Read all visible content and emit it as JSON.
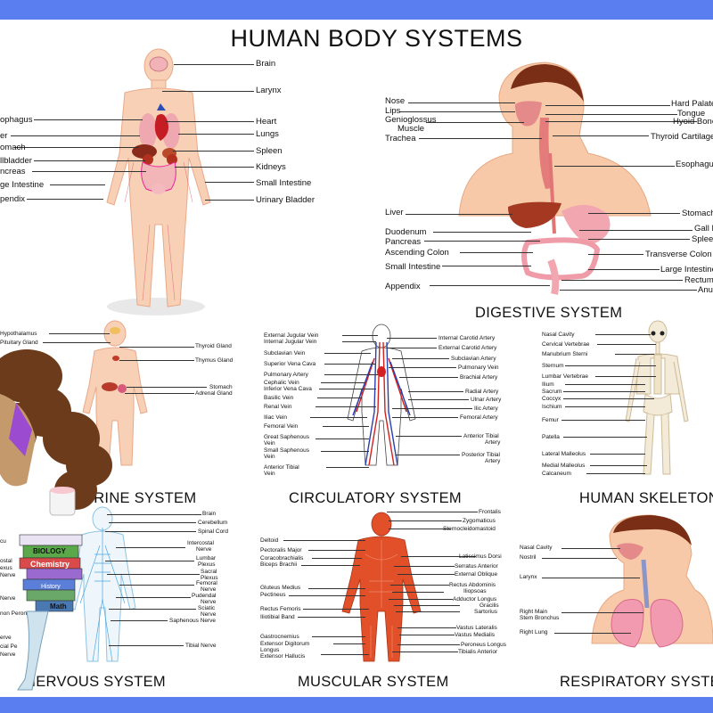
{
  "title": "HUMAN BODY SYSTEMS",
  "sections": {
    "organs": {
      "labels": [
        "Brain",
        "Larynx",
        "Heart",
        "Lungs",
        "Spleen",
        "Kidneys",
        "Small Intestine",
        "Urinary Bladder",
        "ophagus",
        "er",
        "omach",
        "llbladder",
        "ncreas",
        "ge Intestine",
        "pendix"
      ]
    },
    "digestive": {
      "title": "DIGESTIVE SYSTEM",
      "left_labels": [
        "Nose",
        "Lips",
        "Genioglossus",
        "Muscle",
        "Trachea",
        "Liver",
        "Duodenum",
        "Pancreas",
        "Ascending Colon",
        "Small Intestine",
        "Appendix"
      ],
      "right_labels": [
        "Hard Palate",
        "Tongue",
        "Hyoid Bone",
        "Thyroid Cartilage",
        "Esophagus",
        "Stomach",
        "Gall Bladder",
        "Spleen",
        "Transverse Colon",
        "Large Intestine",
        "Rectum",
        "Anus"
      ]
    },
    "endocrine": {
      "title": "CRINE SYSTEM",
      "labels": [
        "Hypothalamus",
        "Pituitary Gland",
        "Thyroid Gland",
        "Thymus Gland",
        "Stomach",
        "Adrenal Gland"
      ]
    },
    "circulatory": {
      "title": "CIRCULATORY SYSTEM",
      "left_labels": [
        "External Jugular Vein",
        "Internal Jugular Vein",
        "Subclavian Vein",
        "Superior Vena Cava",
        "Pulmonary Artery",
        "Cephalic Vein",
        "Inferior Vena Cava",
        "Basilic Vein",
        "Renal Vein",
        "Iliac Vein",
        "Femoral Vein",
        "Great Saphenous",
        "Vein",
        "Small Saphenous",
        "Vein",
        "Anterior Tibial",
        "Vein"
      ],
      "right_labels": [
        "Internal Carotid Artery",
        "External Carotid Artery",
        "Subclavian Artery",
        "Pulmonary Vein",
        "Brachial Artery",
        "Radial Artery",
        "Ulnar Artery",
        "Ilic Artery",
        "Femoral Artery",
        "Anterior Tibial",
        "Artery",
        "Posterior Tibial",
        "Artery"
      ]
    },
    "skeleton": {
      "title": "HUMAN SKELETON",
      "labels": [
        "Nasal Cavity",
        "Cervical Vertebrae",
        "Manubrium Sterni",
        "Sternum",
        "Lumbar Vertebrae",
        "Ilium",
        "Sacrum",
        "Coccyx",
        "Ischium",
        "Femur",
        "Patella",
        "Lateral Malleolus",
        "Medial Malleolus",
        "Calcaneum"
      ]
    },
    "nervous": {
      "title": "NERVOUS SYSTEM",
      "right_labels": [
        "Brain",
        "Cerebellum",
        "Spinal Cord",
        "Intercostal",
        "Nerve",
        "Lumbar",
        "Plexus",
        "Sacral",
        "Plexus",
        "Femoral",
        "Nerve",
        "Pudendal",
        "Nerve",
        "Sciatic",
        "Nerve",
        "Saphenous Nerve",
        "Tibial Nerve"
      ],
      "left_labels": [
        "cu",
        "ostal",
        "exus",
        "Nerve",
        "Nerve",
        "non Perone",
        "erve",
        "cial Pe",
        "Nerve"
      ]
    },
    "muscular": {
      "title": "MUSCULAR SYSTEM",
      "left_labels": [
        "Deltoid",
        "Pectoralis Major",
        "Coracobrachialis",
        "Biceps Brachii",
        "Gluteus Medius",
        "Pectineus",
        "Rectus Femoris",
        "Iliotibial Band",
        "Gastrocnemius",
        "Extensor Digitorum",
        "Longus",
        "Extensor Hallucis"
      ],
      "right_labels": [
        "Frontalis",
        "Zygomaticus",
        "Sternocleidomastoid",
        "Latissimus Dorsi",
        "Serratus Anterior",
        "External Oblique",
        "Rectus Abdominis",
        "Iliopsoas",
        "Adductor Longus",
        "Gracilis",
        "Sartorius",
        "Vastus Lateralis",
        "Vastus Medialis",
        "Peroneus Longus",
        "Tibialis Anterior"
      ]
    },
    "respiratory": {
      "title": "RESPIRATORY SYSTEM",
      "labels": [
        "Nasal Cavity",
        "Nostril",
        "Larynx",
        "Right Main",
        "Stem Bronchus",
        "Right Lung"
      ]
    }
  },
  "books": [
    "BIOLOGY",
    "Chemistry",
    "History",
    "Math"
  ],
  "colors": {
    "border": "#5a7df0",
    "skin": "#f5c6a5",
    "muscle": "#e2502a",
    "hair": "#6b3b1c"
  }
}
